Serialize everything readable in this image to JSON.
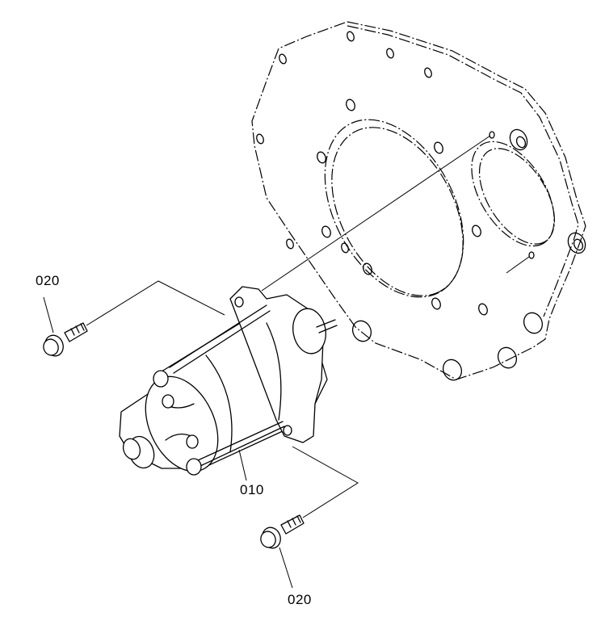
{
  "diagram": {
    "type": "exploded parts view",
    "subject": "starter motor mounted to engine flywheel housing plate",
    "callouts": [
      {
        "id": "callout-top-bolt",
        "label": "020",
        "part": "bolt"
      },
      {
        "id": "callout-starter",
        "label": "010",
        "part": "starter motor"
      },
      {
        "id": "callout-bottom-bolt",
        "label": "020",
        "part": "bolt"
      }
    ],
    "colors": {
      "line": "#000000",
      "background": "#ffffff"
    }
  }
}
